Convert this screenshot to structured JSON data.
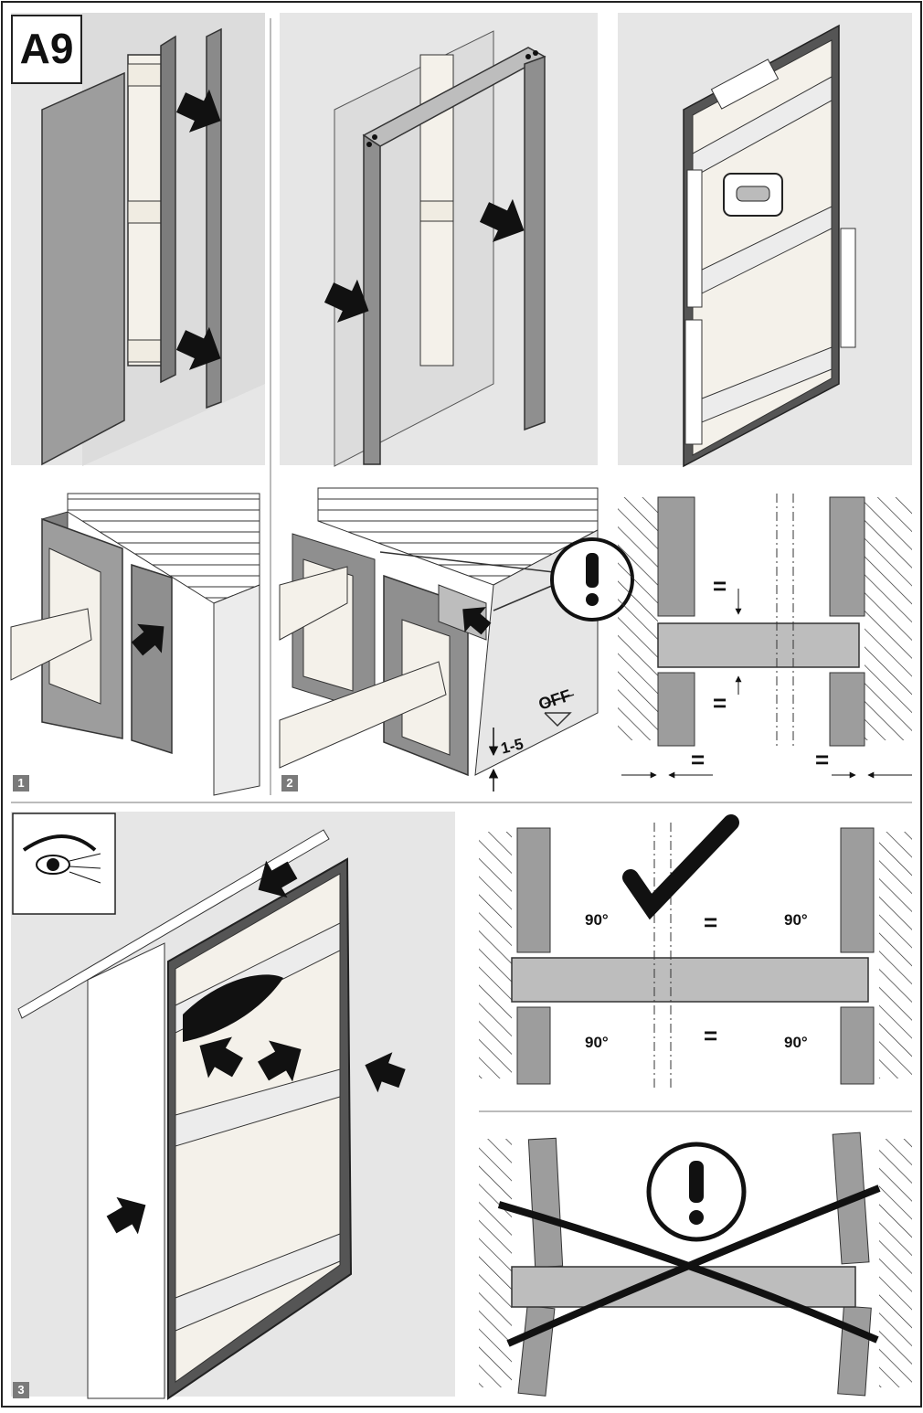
{
  "figure_code": "A9",
  "steps": {
    "step1": "1",
    "step2": "2",
    "step3": "3"
  },
  "labels": {
    "off": "OFF",
    "gap_range": "1-5",
    "equal_mark": "=",
    "angle": "90°"
  },
  "colors": {
    "wall": "#e6e6e6",
    "frame": "#9a9a9a",
    "frame_dark": "#6e6e6e",
    "wood": "#f4f1ea",
    "ink": "#111111"
  }
}
